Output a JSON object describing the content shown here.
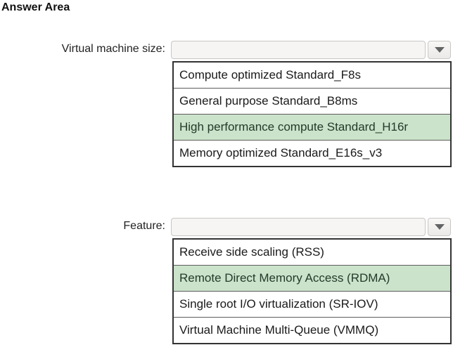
{
  "title": "Answer Area",
  "colors": {
    "highlight_bg": "#cbe3cb",
    "list_border": "#333333",
    "combo_bg": "#f6f5f3",
    "combo_border": "#c9c7c5",
    "arrow": "#636363"
  },
  "dropdowns": [
    {
      "label": "Virtual machine size:",
      "selected_value": "",
      "options": [
        {
          "label": "Compute optimized Standard_F8s",
          "highlighted": false
        },
        {
          "label": "General purpose Standard_B8ms",
          "highlighted": false
        },
        {
          "label": "High performance compute Standard_H16r",
          "highlighted": true
        },
        {
          "label": "Memory optimized Standard_E16s_v3",
          "highlighted": false
        }
      ]
    },
    {
      "label": "Feature:",
      "selected_value": "",
      "options": [
        {
          "label": "Receive side scaling (RSS)",
          "highlighted": false
        },
        {
          "label": "Remote Direct Memory Access (RDMA)",
          "highlighted": true
        },
        {
          "label": "Single root I/O virtualization (SR-IOV)",
          "highlighted": false
        },
        {
          "label": "Virtual Machine Multi-Queue (VMMQ)",
          "highlighted": false
        }
      ]
    }
  ]
}
